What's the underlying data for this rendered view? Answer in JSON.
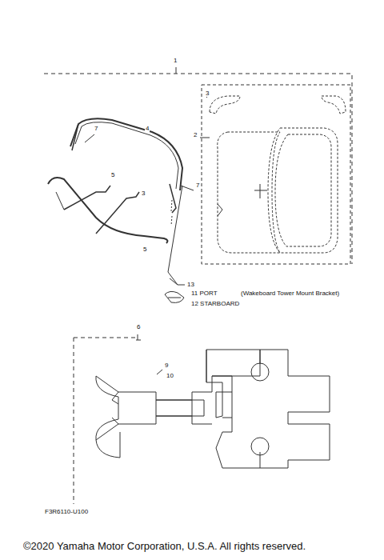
{
  "diagram": {
    "labels": [
      "1",
      "3",
      "2",
      "7",
      "4",
      "5",
      "3",
      "7",
      "5",
      "13",
      "11 PORT",
      "12 STARBOARD",
      "(Wakeboard Tower Mount Bracket)",
      "6",
      "9",
      "10",
      "F3R6110-U100",
      "©2020 Yamaha Motor Corporation, U.S.A. All rights reserved."
    ]
  }
}
